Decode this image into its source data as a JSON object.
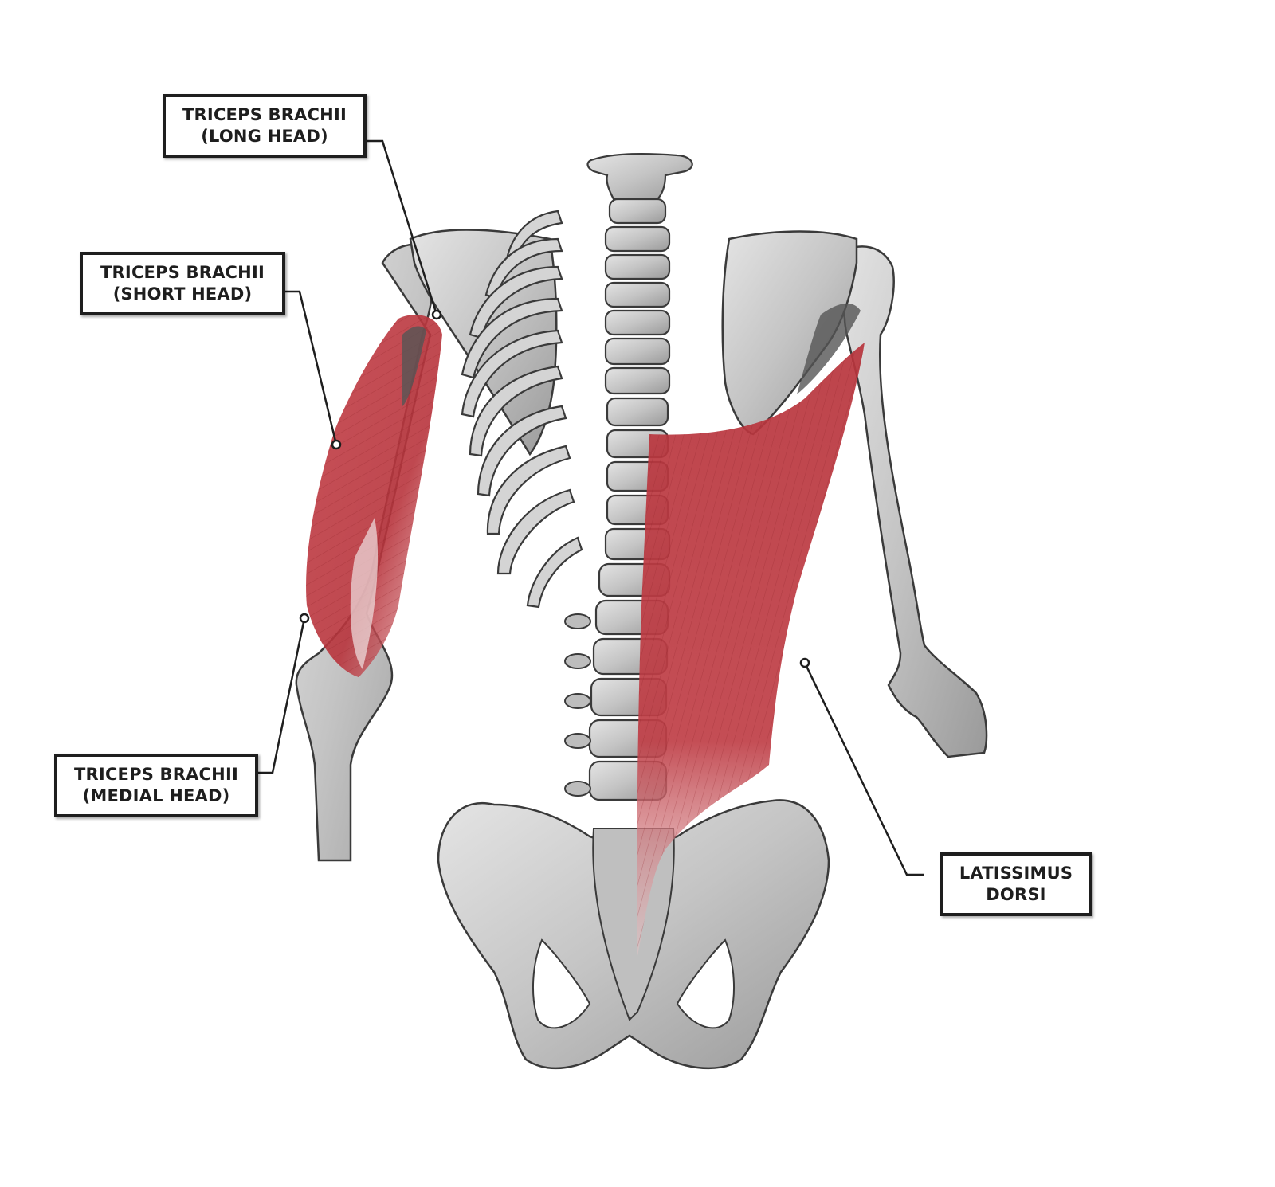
{
  "colors": {
    "background": "#ffffff",
    "bone_fill": "#c9c9c9",
    "bone_light": "#e6e6e6",
    "bone_shade": "#8a8a8a",
    "bone_outline": "#3a3a3a",
    "muscle": "#b8343c",
    "muscle_light": "#d46a70",
    "label_border": "#1e1e1e",
    "leader_line": "#1e1e1e"
  },
  "labels": [
    {
      "id": "long-head",
      "line1": "TRICEPS BRACHII",
      "line2": "(LONG HEAD)"
    },
    {
      "id": "short-head",
      "line1": "TRICEPS BRACHII",
      "line2": "(SHORT HEAD)"
    },
    {
      "id": "medial-head",
      "line1": "TRICEPS BRACHII",
      "line2": "(MEDIAL HEAD)"
    },
    {
      "id": "latissimus",
      "line1": "LATISSIMUS",
      "line2": "DORSI"
    }
  ]
}
